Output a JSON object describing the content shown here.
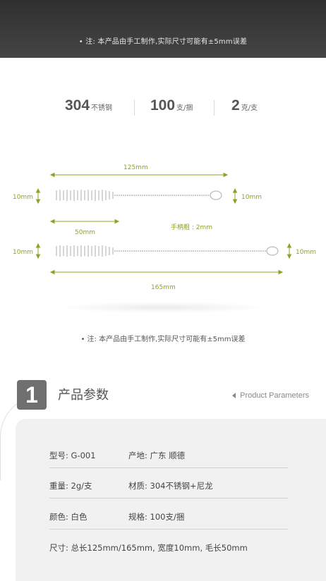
{
  "top_note": "• 注: 本产品由手工制作,实际尺寸可能有±5mm误差",
  "specs": [
    {
      "value": "304",
      "unit": "不锈钢"
    },
    {
      "value": "100",
      "unit": "支/捆"
    },
    {
      "value": "2",
      "unit": "克/支"
    }
  ],
  "diagram": {
    "len_125": "125mm",
    "h_left_1": "10mm",
    "h_right_1": "10mm",
    "len_50": "50mm",
    "handle": "手柄粗 : 2mm",
    "h_left_2": "10mm",
    "h_right_2": "10mm",
    "len_165": "165mm",
    "accent_color": "#8aa524"
  },
  "mid_note": "• 注: 本产品由手工制作,实际尺寸可能有±5mm误差",
  "section": {
    "number": "1",
    "title": "产品参数",
    "subtitle": "Product Parameters"
  },
  "params": {
    "model": "型号: G-001",
    "origin": "产地: 广东 顺德",
    "weight": "重量: 2g/支",
    "material": "材质: 304不锈钢+尼龙",
    "color": "颜色: 白色",
    "spec": "规格: 100支/捆",
    "size": "尺寸: 总长125mm/165mm, 宽度10mm, 毛长50mm"
  }
}
